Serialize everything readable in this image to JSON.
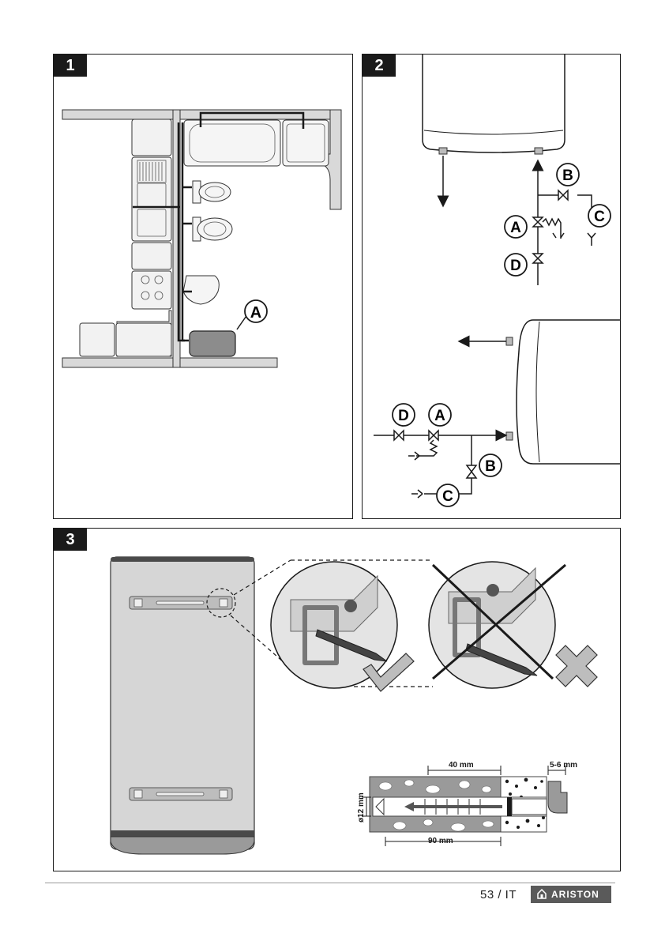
{
  "panel1": {
    "number": "1",
    "callout_a": "A"
  },
  "panel2": {
    "number": "2",
    "top": {
      "a": "A",
      "b": "B",
      "c": "C",
      "d": "D"
    },
    "bottom": {
      "a": "A",
      "b": "B",
      "c": "C",
      "d": "D"
    }
  },
  "panel3": {
    "number": "3",
    "dims": {
      "d40": "40 mm",
      "d56": "5-6 mm",
      "d90": "90 mm",
      "d12": "ø12 mm"
    }
  },
  "footer": {
    "page": "53 / IT",
    "brand": "ARISTON"
  },
  "colors": {
    "frame": "#1a1a1a",
    "heater_body": "#d4d4d4",
    "heater_band": "#4a4a4a",
    "brand_bg": "#5a5a5a"
  }
}
